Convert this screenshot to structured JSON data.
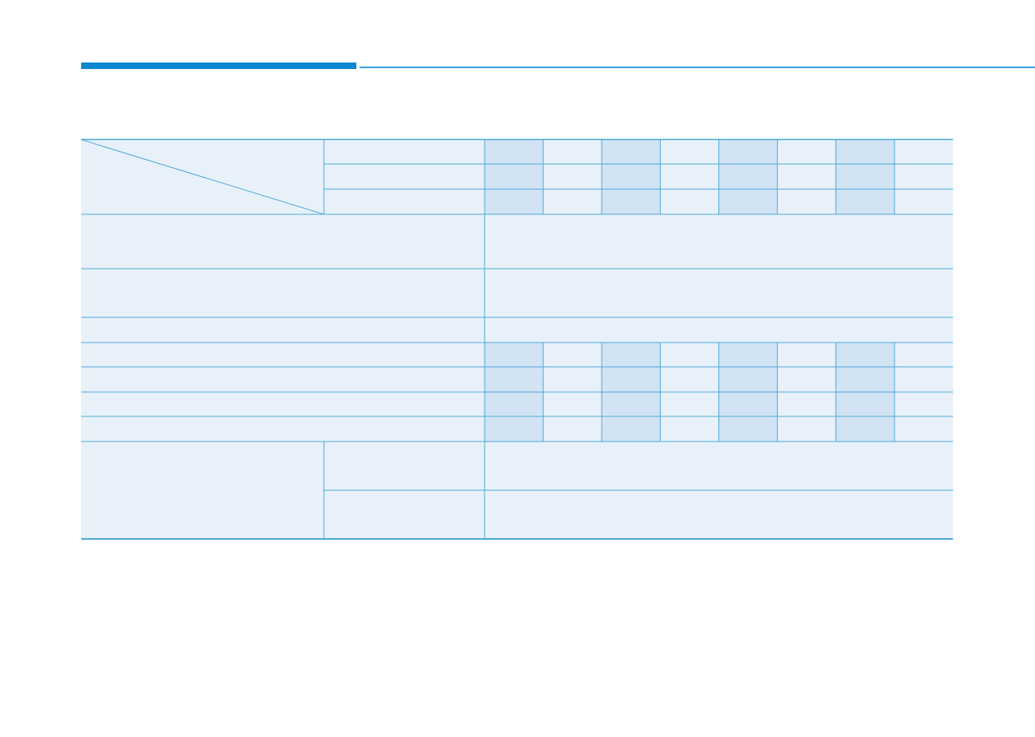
{
  "header": {
    "accent_color": "#0a87cf",
    "rule_color": "#3aa0da"
  },
  "table": {
    "line_color": "#4fa9d8",
    "background_color": "#e8f1fa",
    "shaded_column_color": "#d2e3f4",
    "header_rows": 3,
    "value_columns": 8,
    "shaded_value_columns": [
      0,
      2,
      4,
      6
    ],
    "diagonal_corner_cell": true,
    "rows": [
      {
        "type": "split-header",
        "label": "",
        "sub_labels": [
          "",
          "",
          ""
        ]
      },
      {
        "type": "span",
        "label": "",
        "value": ""
      },
      {
        "type": "span",
        "label": "",
        "value": ""
      },
      {
        "type": "span",
        "label": "",
        "value": ""
      },
      {
        "type": "columns",
        "label": "",
        "values": [
          "",
          "",
          "",
          "",
          "",
          "",
          "",
          ""
        ]
      },
      {
        "type": "columns",
        "label": "",
        "values": [
          "",
          "",
          "",
          "",
          "",
          "",
          "",
          ""
        ]
      },
      {
        "type": "columns",
        "label": "",
        "values": [
          "",
          "",
          "",
          "",
          "",
          "",
          "",
          ""
        ]
      },
      {
        "type": "columns",
        "label": "",
        "values": [
          "",
          "",
          "",
          "",
          "",
          "",
          "",
          ""
        ]
      },
      {
        "type": "grouped-span",
        "label": "",
        "sub_labels": [
          "",
          ""
        ],
        "values": [
          "",
          ""
        ]
      }
    ]
  }
}
